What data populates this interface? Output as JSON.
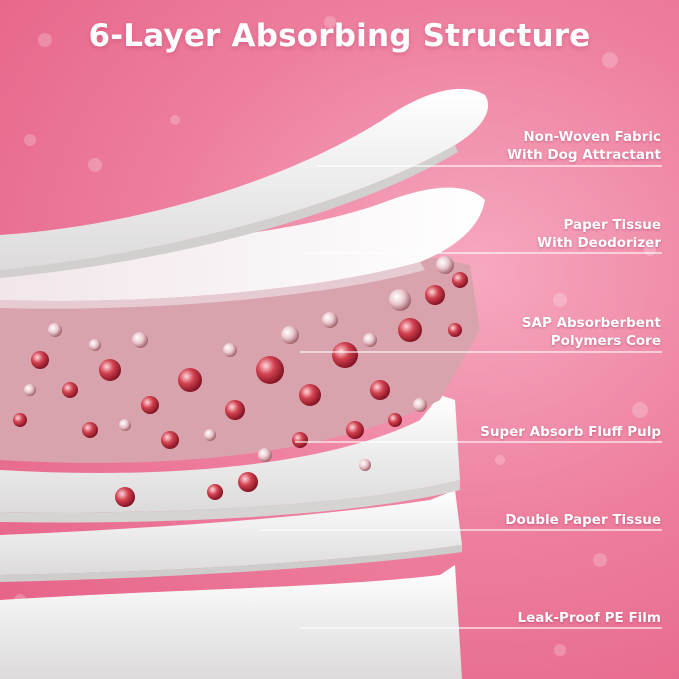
{
  "title": "6-Layer Absorbing Structure",
  "layers": [
    {
      "line1": "Non-Woven Fabric",
      "line2": "With Dog Attractant"
    },
    {
      "line1": "Paper Tissue",
      "line2": "With Deodorizer"
    },
    {
      "line1": "SAP Absorberbent",
      "line2": "Polymers Core"
    },
    {
      "line1": "Super Absorb Fluff Pulp",
      "line2": ""
    },
    {
      "line1": "Double Paper Tissue",
      "line2": ""
    },
    {
      "line1": "Leak-Proof PE Film",
      "line2": ""
    }
  ],
  "colors": {
    "background": "#ee7f9f",
    "layer_white": "#f4f3f3",
    "sap_red": "#c0303f",
    "text": "#ffffff"
  }
}
